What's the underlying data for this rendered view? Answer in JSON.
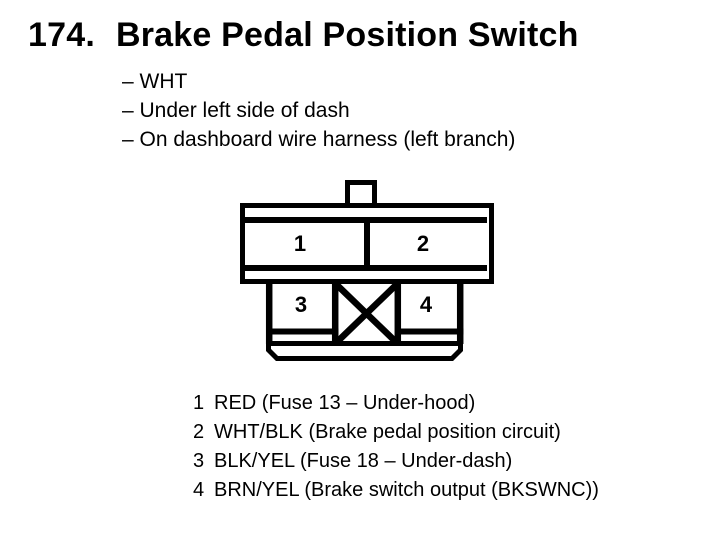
{
  "page": {
    "background_color": "#ffffff",
    "ink_color": "#000000"
  },
  "title": {
    "number": "174.",
    "text": "Brake Pedal Position Switch"
  },
  "bullets": [
    "– WHT",
    "– Under left side of dash",
    "– On dashboard wire harness (left branch)"
  ],
  "connector": {
    "description": "4-cavity connector, front view, blocked cavity crossed out between pins 3 and 4",
    "pins": {
      "pin1": "1",
      "pin2": "2",
      "pin3": "3",
      "pin4": "4"
    }
  },
  "legend": {
    "rows": [
      {
        "pin": "1",
        "desc": "RED (Fuse 13 – Under-hood)"
      },
      {
        "pin": "2",
        "desc": "WHT/BLK (Brake pedal position circuit)"
      },
      {
        "pin": "3",
        "desc": "BLK/YEL (Fuse 18 – Under-dash)"
      },
      {
        "pin": "4",
        "desc": "BRN/YEL (Brake switch output (BKSWNC))"
      }
    ]
  }
}
